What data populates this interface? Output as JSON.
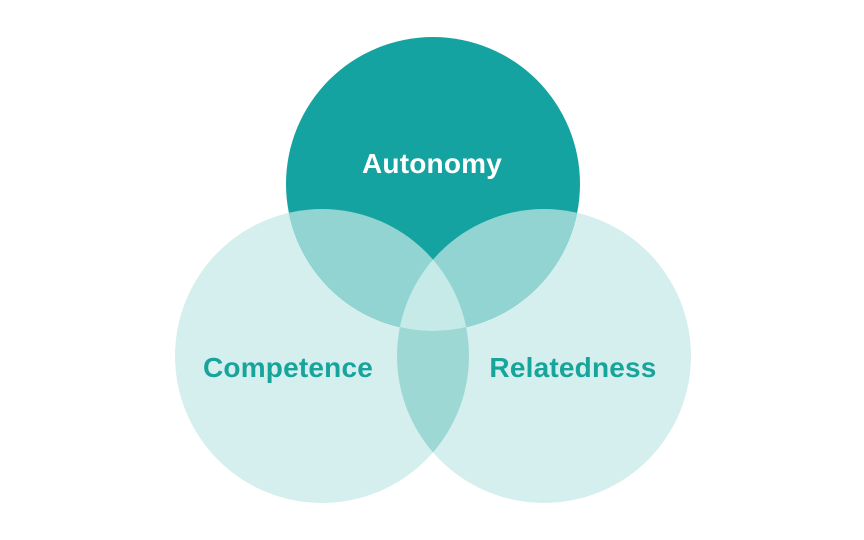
{
  "diagram": {
    "type": "venn",
    "description": "Three-circle Venn diagram of basic psychological needs",
    "sets": [
      {
        "id": "autonomy",
        "label": "Autonomy",
        "position": "top"
      },
      {
        "id": "competence",
        "label": "Competence",
        "position": "bottom-left"
      },
      {
        "id": "relatedness",
        "label": "Relatedness",
        "position": "bottom-right"
      }
    ],
    "overlaps": [
      {
        "between": [
          "autonomy",
          "competence"
        ]
      },
      {
        "between": [
          "autonomy",
          "relatedness"
        ]
      },
      {
        "between": [
          "competence",
          "relatedness"
        ]
      },
      {
        "between": [
          "autonomy",
          "competence",
          "relatedness"
        ]
      }
    ]
  },
  "labels": {
    "autonomy": "Autonomy",
    "competence": "Competence",
    "relatedness": "Relatedness"
  },
  "colors": {
    "background": "#FFFFFF",
    "autonomy_circle": "#14A3A1",
    "light_circle": "#D5EFEE",
    "overlap_autonomy_competence": "#92D4D2",
    "overlap_autonomy_relatedness": "#92D4D2",
    "overlap_competence_relatedness": "#9DD8D5",
    "center_overlap": "#C6EAE8",
    "autonomy_label": "#FFFFFF",
    "competence_label": "#17A49B",
    "relatedness_label": "#17A49B"
  }
}
